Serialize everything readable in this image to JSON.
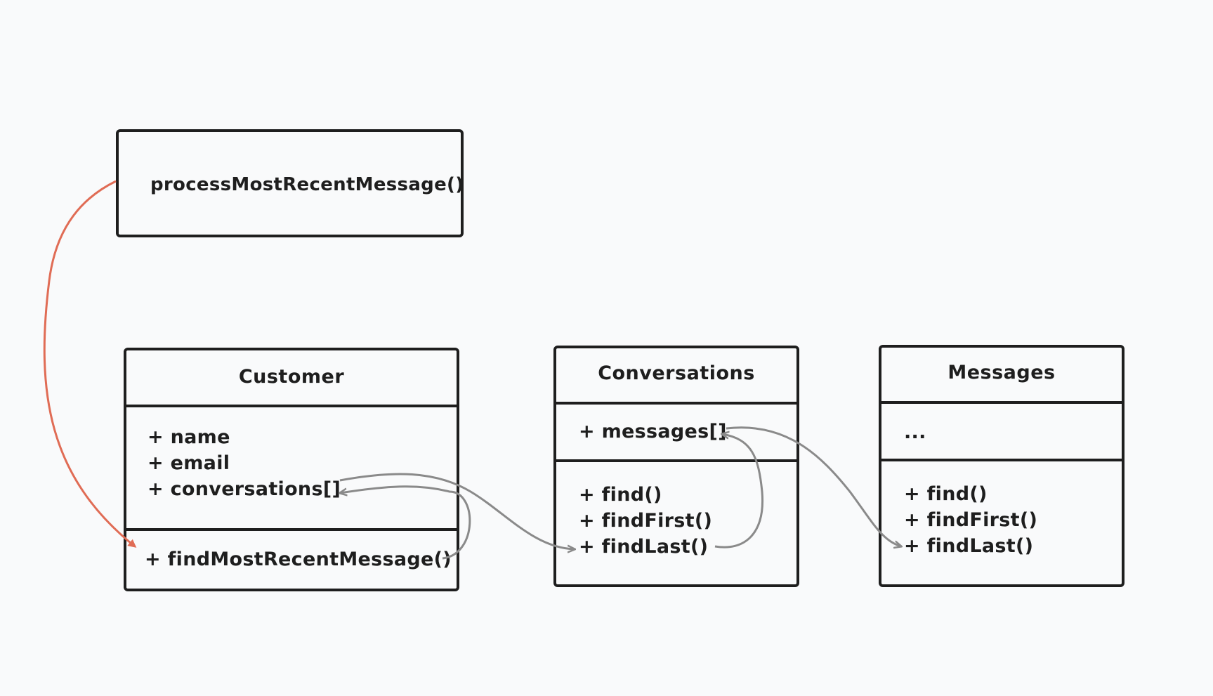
{
  "function_box": {
    "label": "processMostRecentMessage()"
  },
  "classes": {
    "customer": {
      "title": "Customer",
      "attributes": [
        "+ name",
        "+ email",
        "+ conversations[]"
      ],
      "methods": [
        "+ findMostRecentMessage()"
      ]
    },
    "conversations": {
      "title": "Conversations",
      "attributes": [
        "+ messages[]"
      ],
      "methods": [
        "+ find()",
        "+ findFirst()",
        "+ findLast()"
      ]
    },
    "messages": {
      "title": "Messages",
      "attributes": [
        "..."
      ],
      "methods": [
        "+ find()",
        "+ findFirst()",
        "+ findLast()"
      ]
    }
  },
  "colors": {
    "stroke": "#1e1e1e",
    "highlight_arrow": "#e06c55",
    "link_arrow": "#8a8a8a",
    "background": "#f9fafb"
  }
}
